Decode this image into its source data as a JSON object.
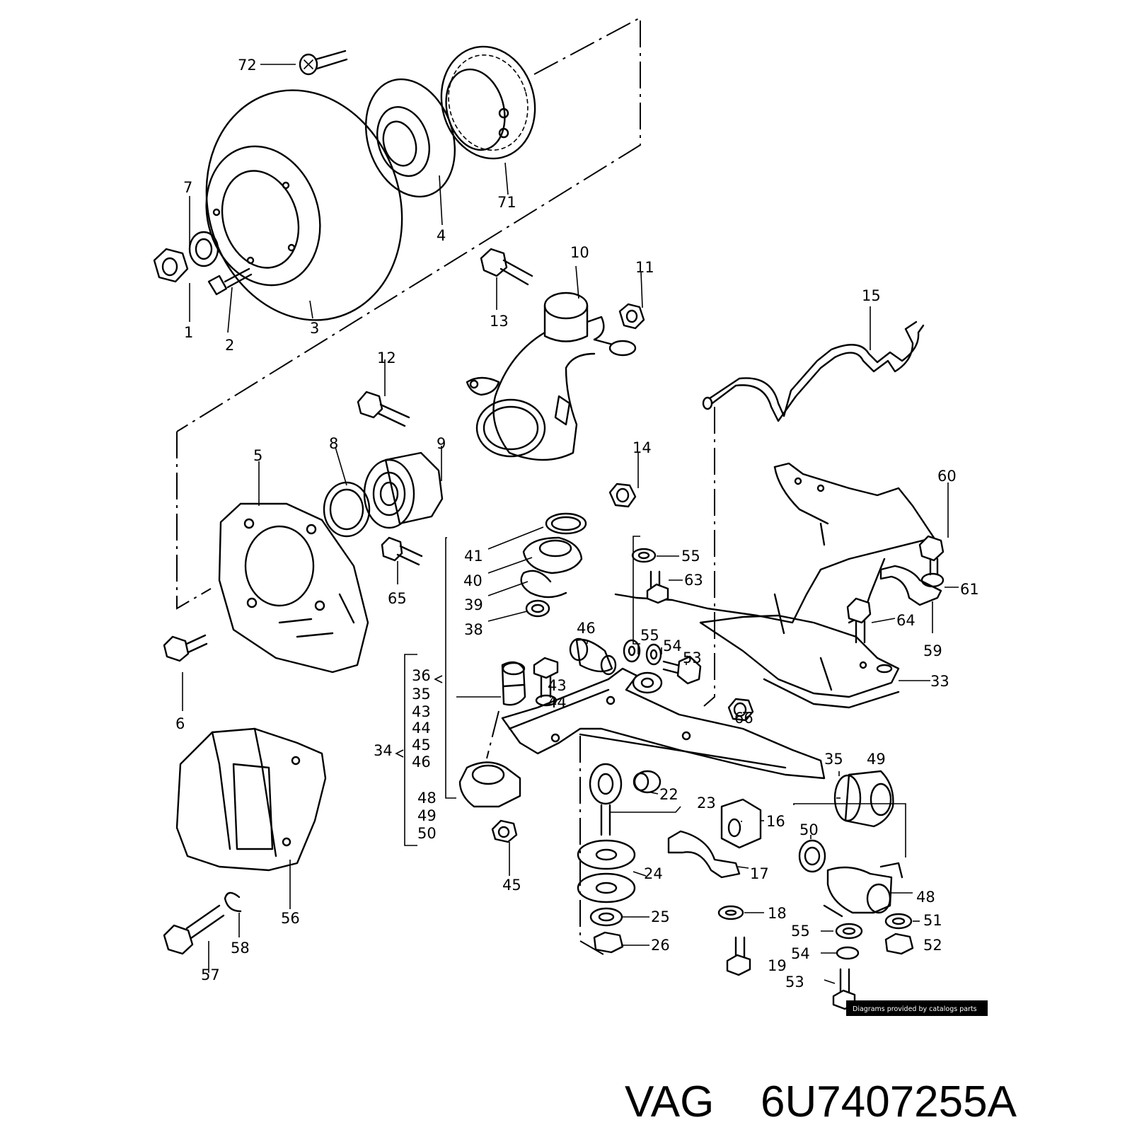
{
  "diagram": {
    "callouts": [
      "72",
      "71",
      "7",
      "4",
      "1",
      "2",
      "3",
      "10",
      "11",
      "13",
      "15",
      "12",
      "5",
      "8",
      "9",
      "14",
      "60",
      "55",
      "63",
      "41",
      "40",
      "65",
      "61",
      "39",
      "38",
      "64",
      "59",
      "46",
      "55",
      "54",
      "53",
      "36",
      "35",
      "43",
      "44",
      "45",
      "46",
      "33",
      "34",
      "43",
      "44",
      "45",
      "46",
      "48",
      "49",
      "50",
      "35",
      "49",
      "22",
      "23",
      "66",
      "16",
      "6",
      "50",
      "24",
      "17",
      "48",
      "45",
      "25",
      "18",
      "51",
      "55",
      "52",
      "54",
      "26",
      "19",
      "53",
      "56",
      "57",
      "58"
    ]
  },
  "credit": "Diagrams provided by catalogs parts",
  "brand": "VAG",
  "part_number": "6U7407255A"
}
